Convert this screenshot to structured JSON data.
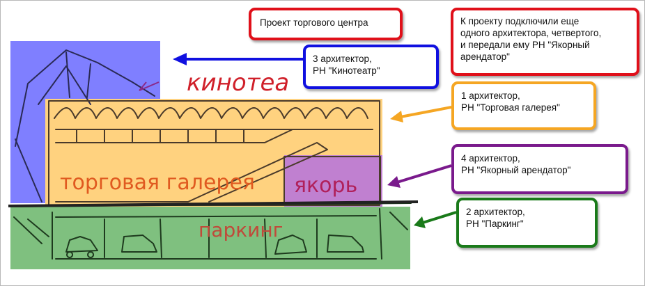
{
  "title_box": {
    "text": "Проект торгового центра",
    "color": "#e0101a"
  },
  "note_box": {
    "lines": [
      "К проекту подключили еще",
      "одного архитектора, четвертого,",
      "и передали ему РН \"Якорный",
      "арендатор\""
    ],
    "color": "#e0101a"
  },
  "callouts": [
    {
      "id": "architect-3",
      "line1": "3 архитектор,",
      "line2": "РН \"Кинотеатр\"",
      "color": "#1010e0"
    },
    {
      "id": "architect-1",
      "line1": "1 архитектор,",
      "line2": "РН \"Торговая галерея\"",
      "color": "#f5a623"
    },
    {
      "id": "architect-4",
      "line1": "4 архитектор,",
      "line2": "РН \"Якорный арендатор\"",
      "color": "#7a1a8c"
    },
    {
      "id": "architect-2",
      "line1": "2 архитектор,",
      "line2": "РН \"Паркинг\"",
      "color": "#1a7a1a"
    }
  ],
  "sketch_labels": {
    "cinema": "кинотеа",
    "gallery": "торговая галерея",
    "anchor": "якорь",
    "parking": "паркинг"
  },
  "zone_colors": {
    "cinema": "#7f7fff",
    "gallery": "#ffd27f",
    "anchor": "#c080d0",
    "parking": "#7fc07f"
  }
}
